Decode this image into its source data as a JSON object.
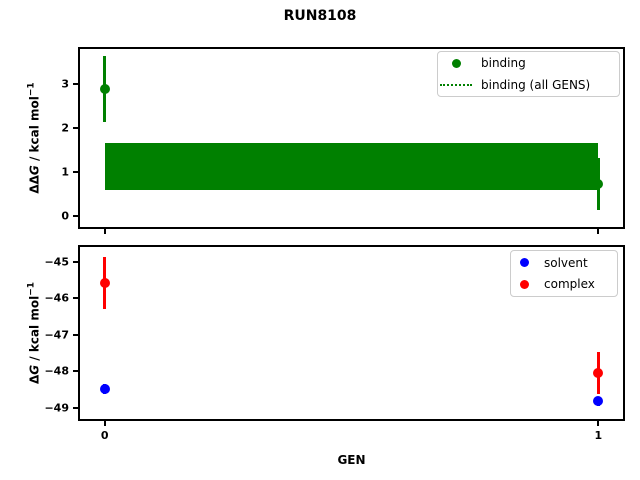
{
  "figure": {
    "title": "RUN8108"
  },
  "chart_data": [
    {
      "id": "top",
      "type": "scatter",
      "title": "RUN8108",
      "ylabel": {
        "delta": "ΔΔ",
        "var": "G",
        "units": " / kcal mol",
        "sup": "−1"
      },
      "xlabel": "",
      "ylim": [
        -0.25,
        3.8
      ],
      "yticks": [
        0,
        1,
        2,
        3
      ],
      "xlim": [
        -0.05,
        1.05
      ],
      "xticks": [
        0,
        1
      ],
      "show_xticklabels": false,
      "grid": false,
      "series": [
        {
          "name": "binding",
          "color": "#008000",
          "marker": "circle",
          "points": [
            {
              "x": 0,
              "y": 2.9,
              "yerr": 0.75
            },
            {
              "x": 1,
              "y": 0.73,
              "yerr": 0.6
            }
          ]
        }
      ],
      "band": {
        "name": "binding (all GENS)",
        "color": "#008000",
        "x_from": 0,
        "x_to": 1,
        "y_low": 0.6,
        "y_high": 1.66
      },
      "legend": {
        "position": "upper right",
        "entries": [
          {
            "label": "binding",
            "marker": "dot",
            "color": "#008000"
          },
          {
            "label": "binding (all GENS)",
            "marker": "dotted-line",
            "color": "#008000"
          }
        ]
      }
    },
    {
      "id": "bottom",
      "type": "scatter",
      "ylabel": {
        "delta": "Δ",
        "var": "G",
        "units": " / kcal mol",
        "sup": "−1"
      },
      "xlabel": "GEN",
      "ylim": [
        -49.3,
        -44.6
      ],
      "yticks": [
        -45,
        -46,
        -47,
        -48,
        -49
      ],
      "xlim": [
        -0.05,
        1.05
      ],
      "xticks": [
        0,
        1
      ],
      "show_xticklabels": true,
      "grid": false,
      "series": [
        {
          "name": "solvent",
          "color": "#0000ff",
          "marker": "circle",
          "points": [
            {
              "x": 0,
              "y": -48.48,
              "yerr": 0.13
            },
            {
              "x": 1,
              "y": -48.82,
              "yerr": 0.13
            }
          ]
        },
        {
          "name": "complex",
          "color": "#ff0000",
          "marker": "circle",
          "points": [
            {
              "x": 0,
              "y": -45.58,
              "yerr": 0.72
            },
            {
              "x": 1,
              "y": -48.05,
              "yerr": 0.57
            }
          ]
        }
      ],
      "legend": {
        "position": "upper right",
        "entries": [
          {
            "label": "solvent",
            "marker": "dot",
            "color": "#0000ff"
          },
          {
            "label": "complex",
            "marker": "dot",
            "color": "#ff0000"
          }
        ]
      }
    }
  ]
}
